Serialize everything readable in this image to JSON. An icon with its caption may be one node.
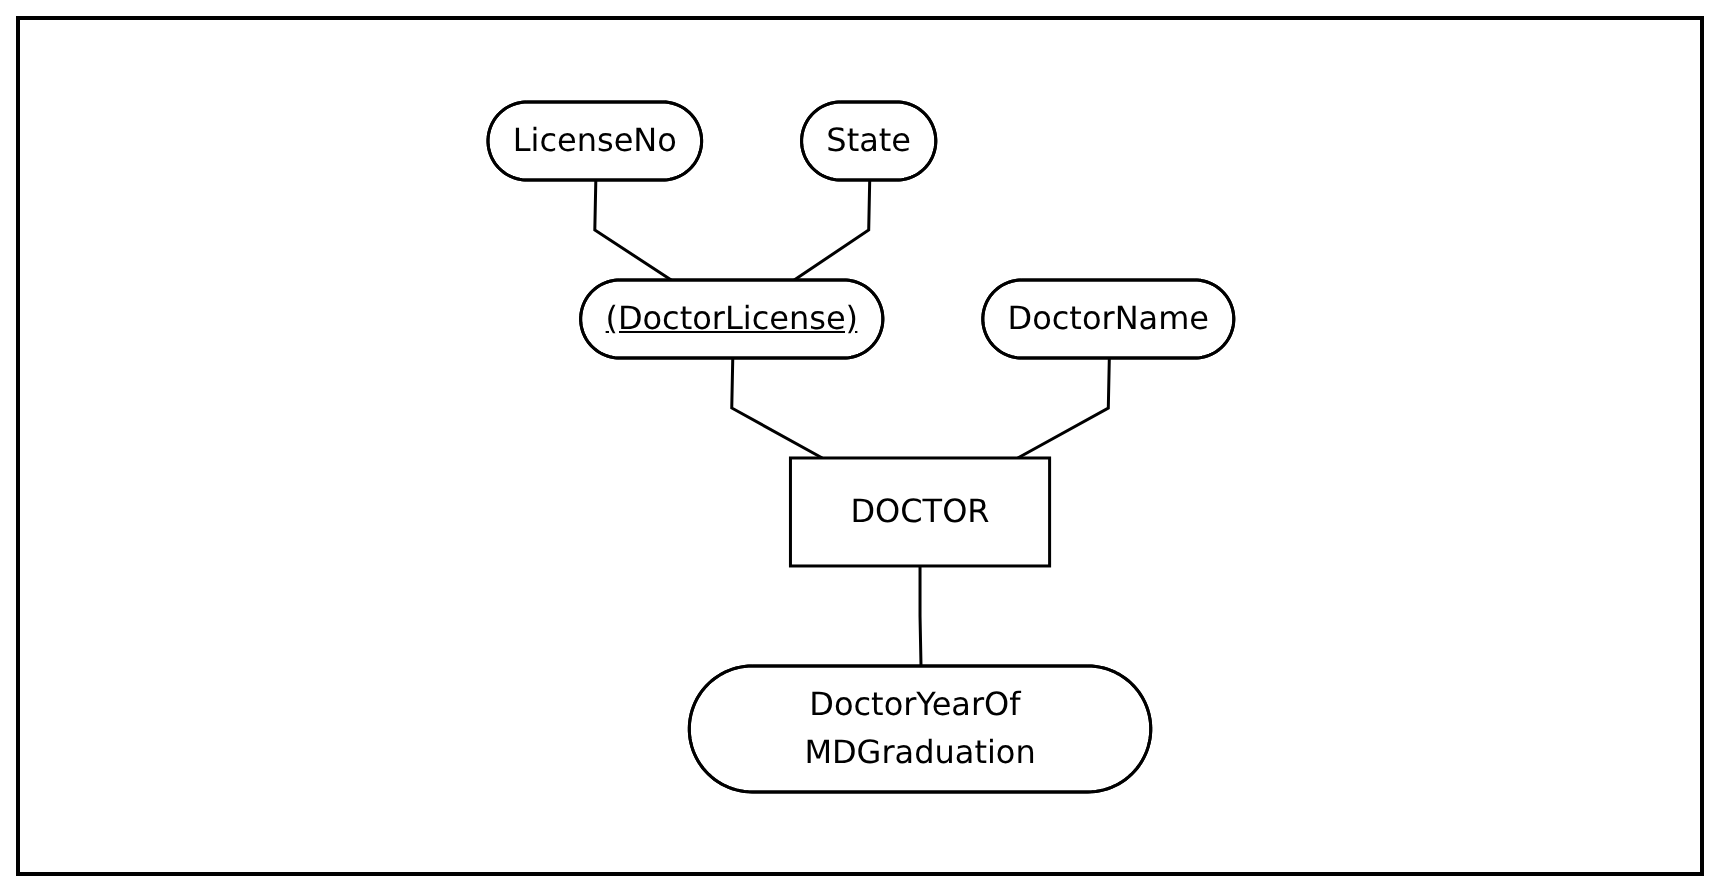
{
  "diagram": {
    "nodes": [
      {
        "text": [
          "LicenseNo"
        ]
      },
      {
        "text": [
          "State"
        ]
      },
      {
        "text": [
          "DoctorName"
        ]
      },
      {
        "text": [
          "(DoctorLicense)"
        ]
      },
      {
        "text": [
          "DoctorYearOf MDGraduation"
        ]
      },
      {
        "text": [
          "DOCTOR"
        ]
      }
    ],
    "edges": [
      {
        "from": 0,
        "to": 3,
        "arrow": "none"
      },
      {
        "from": 1,
        "to": 3,
        "arrow": "none"
      },
      {
        "from": 3,
        "to": 5,
        "arrow": "none"
      },
      {
        "from": 2,
        "to": 5,
        "arrow": "none"
      },
      {
        "from": 5,
        "to": 4,
        "arrow": "none"
      }
    ]
  }
}
